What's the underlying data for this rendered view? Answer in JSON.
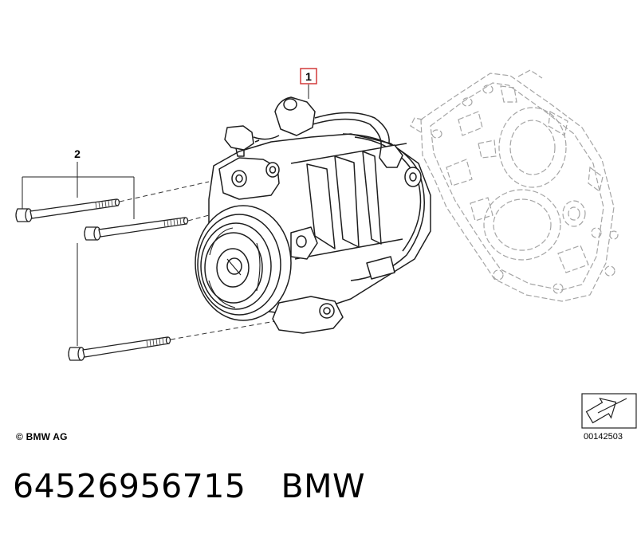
{
  "callouts": {
    "part_1": "1",
    "part_2": "2"
  },
  "colors": {
    "callout_highlight": "#d23a3a",
    "line": "#222222",
    "background_engine": "#9a9a9a"
  },
  "copyright": "© BMW AG",
  "reference_code": "00142503",
  "caption": {
    "part_number": "64526956715",
    "brand": "BMW"
  },
  "icons": {
    "view_direction": "view-arrow-icon"
  }
}
